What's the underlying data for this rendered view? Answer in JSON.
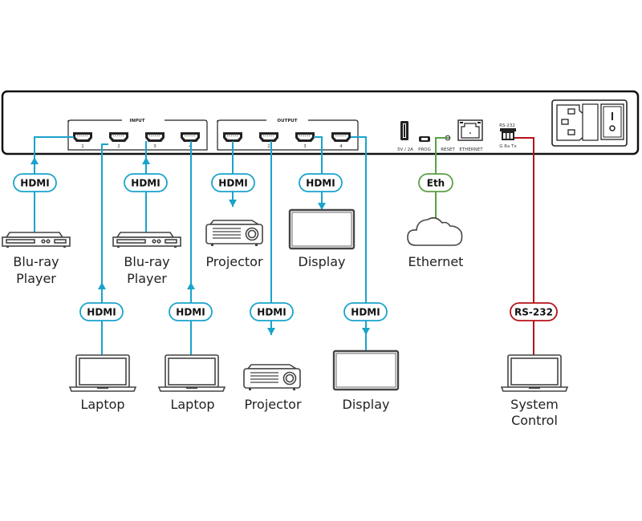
{
  "device": {
    "input_group_label": "INPUT",
    "output_group_label": "OUTPUT",
    "input_ports": [
      "1",
      "2",
      "3",
      "4"
    ],
    "output_ports": [
      "1",
      "2",
      "3",
      "4"
    ],
    "usb_label": "5V / 2A",
    "prog_label": "PROG",
    "reset_label": "RESET",
    "ethernet_label": "ETHERNET",
    "rs232_label": "RS-232",
    "rs232_pins_label": "G Rx Tx"
  },
  "colors": {
    "hdmi": "#1aa3cc",
    "ethernet": "#5aa046",
    "rs232": "#b5121b"
  },
  "connections": {
    "hdmi_label": "HDMI",
    "eth_label": "Eth",
    "rs232_label": "RS-232"
  },
  "devices": {
    "bluray1": {
      "line1": "Blu-ray",
      "line2": "Player"
    },
    "bluray2": {
      "line1": "Blu-ray",
      "line2": "Player"
    },
    "laptop1": {
      "label": "Laptop"
    },
    "laptop2": {
      "label": "Laptop"
    },
    "projector1": {
      "label": "Projector"
    },
    "projector2": {
      "label": "Projector"
    },
    "display1": {
      "label": "Display"
    },
    "display2": {
      "label": "Display"
    },
    "ethernet": {
      "label": "Ethernet"
    },
    "system_control": {
      "line1": "System",
      "line2": "Control"
    }
  }
}
